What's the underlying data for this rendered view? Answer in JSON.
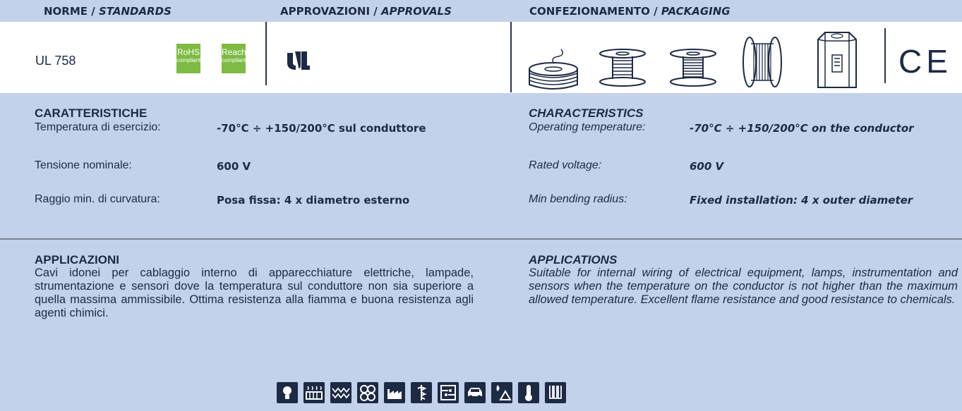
{
  "header": {
    "standards_it": "NORME /",
    "standards_en": "STANDARDS",
    "approvals_it": "APPROVAZIONI /",
    "approvals_en": "APPROVALS",
    "packaging_it": "CONFEZIONAMENTO /",
    "packaging_en": "PACKAGING"
  },
  "standards": {
    "norm": "UL 758",
    "badges": [
      {
        "title": "RoHS",
        "sub": "compliant",
        "color": "#7dbb42"
      },
      {
        "title": "Reach",
        "sub": "compliant",
        "color": "#7dbb42"
      }
    ]
  },
  "approvals": {
    "logo": "ul-recognized-logo"
  },
  "packaging": {
    "icons": [
      "coil-icon",
      "reel-small-icon",
      "reel-medium-icon",
      "drum-icon",
      "box-icon"
    ],
    "ce_mark": "CE"
  },
  "characteristics": {
    "title_it": "CARATTERISTICHE",
    "title_en": "CHARACTERISTICS",
    "rows": [
      {
        "label_it": "Temperatura di esercizio:",
        "value_it": "-70°C ÷ +150/200°C sul conduttore",
        "label_en": "Operating temperature:",
        "value_en": "-70°C ÷ +150/200°C on the conductor"
      },
      {
        "label_it": "Tensione nominale:",
        "value_it": "600 V",
        "label_en": "Rated voltage:",
        "value_en": "600 V"
      },
      {
        "label_it": "Raggio min. di curvatura:",
        "value_it": "Posa fissa: 4 x diametro esterno",
        "label_en": "Min bending radius:",
        "value_en": "Fixed installation: 4 x outer diameter"
      }
    ]
  },
  "applications": {
    "title_it": "APPLICAZIONI",
    "title_en": "APPLICATIONS",
    "text_it": "Cavi idonei per cablaggio interno di apparecchiature elettriche, lampade, strumentazione e sensori dove la temperatura sul conduttore non sia superiore a quella massima ammissibile. Ottima resistenza alla fiamma e buona resistenza agli agenti chimici.",
    "text_en": "Suitable for internal wiring of electrical equipment, lamps, instrumentation and sensors when the temperature on the conductor is not higher than the maximum allowed temperature. Excellent flame resistance and good resistance to chemicals.",
    "icons": [
      "lamp-icon",
      "heater-icon",
      "heating-element-icon",
      "appliance-icon",
      "industry-icon",
      "medical-icon",
      "circuit-icon",
      "automotive-icon",
      "flame-resistance-icon",
      "thermometer-icon",
      "chemical-icon"
    ]
  },
  "colors": {
    "panel": "#c3d1ea",
    "ink": "#1d2a44",
    "badge": "#7dbb42"
  }
}
